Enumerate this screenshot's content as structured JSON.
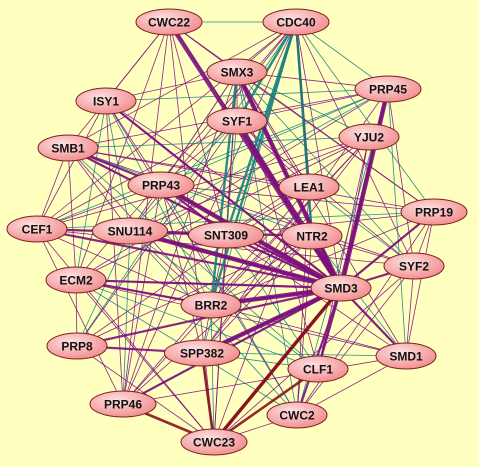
{
  "nodes": [
    {
      "id": "CWC22",
      "label": "CWC22"
    },
    {
      "id": "CDC40",
      "label": "CDC40"
    },
    {
      "id": "SMX3",
      "label": "SMX3"
    },
    {
      "id": "PRP45",
      "label": "PRP45"
    },
    {
      "id": "ISY1",
      "label": "ISY1"
    },
    {
      "id": "SYF1",
      "label": "SYF1"
    },
    {
      "id": "YJU2",
      "label": "YJU2"
    },
    {
      "id": "SMB1",
      "label": "SMB1"
    },
    {
      "id": "PRP43",
      "label": "PRP43"
    },
    {
      "id": "LEA1",
      "label": "LEA1"
    },
    {
      "id": "PRP19",
      "label": "PRP19"
    },
    {
      "id": "CEF1",
      "label": "CEF1"
    },
    {
      "id": "SNU114",
      "label": "SNU114"
    },
    {
      "id": "SNT309",
      "label": "SNT309"
    },
    {
      "id": "NTR2",
      "label": "NTR2"
    },
    {
      "id": "SYF2",
      "label": "SYF2"
    },
    {
      "id": "ECM2",
      "label": "ECM2"
    },
    {
      "id": "SMD3",
      "label": "SMD3"
    },
    {
      "id": "BRR2",
      "label": "BRR2"
    },
    {
      "id": "PRP8",
      "label": "PRP8"
    },
    {
      "id": "SPP382",
      "label": "SPP382"
    },
    {
      "id": "SMD1",
      "label": "SMD1"
    },
    {
      "id": "CLF1",
      "label": "CLF1"
    },
    {
      "id": "PRP46",
      "label": "PRP46"
    },
    {
      "id": "CWC2",
      "label": "CWC2"
    },
    {
      "id": "CWC23",
      "label": "CWC23"
    }
  ],
  "colors": {
    "background": "#ffffc0",
    "node_fill": "#f7999a",
    "node_stroke": "#7a2020",
    "edge_purple": "#7d0f7d",
    "edge_teal": "#15807e",
    "edge_darkred": "#8a0f1f"
  }
}
